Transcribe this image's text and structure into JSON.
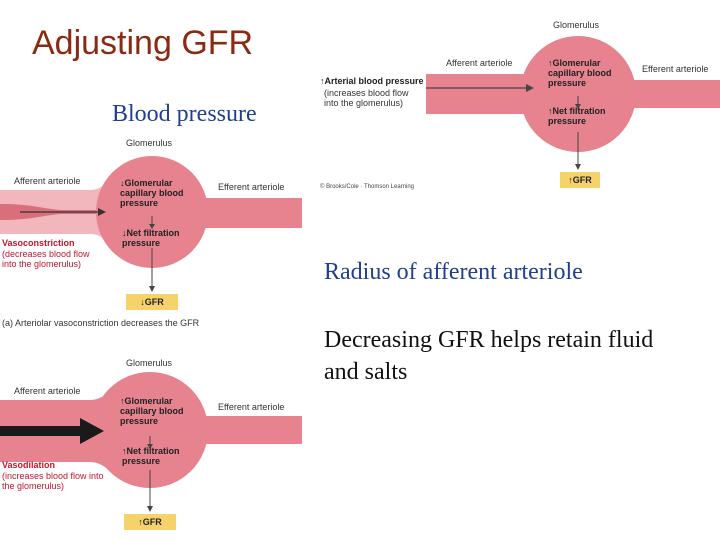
{
  "slide": {
    "title": "Adjusting GFR",
    "bullets": [
      "Blood pressure",
      "Radius of afferent arteriole",
      "Decreasing GFR helps retain fluid and salts"
    ]
  },
  "figure_top": {
    "glomerulus": "Glomerulus",
    "afferent": "Afferent arteriole",
    "efferent": "Efferent arteriole",
    "cause": "↑Arterial blood pressure",
    "cause_note": "(increases blood flow into the glomerulus)",
    "capillary": "↑Glomerular capillary blood pressure",
    "net": "↑Net filtration pressure",
    "gfr": "↑GFR",
    "credit": "© Brooks/Cole · Thomson Learning"
  },
  "figure_a": {
    "glomerulus": "Glomerulus",
    "afferent": "Afferent arteriole",
    "efferent": "Efferent arteriole",
    "cause": "Vasoconstriction",
    "cause_note": "(decreases blood flow into the glomerulus)",
    "capillary": "↓Glomerular capillary blood pressure",
    "net": "↓Net filtration pressure",
    "gfr": "↓GFR",
    "caption": "(a) Arteriolar vasoconstriction decreases the GFR"
  },
  "figure_b": {
    "glomerulus": "Glomerulus",
    "afferent": "Afferent arteriole",
    "efferent": "Efferent arteriole",
    "cause": "Vasodilation",
    "cause_note": "(increases blood flow into the glomerulus)",
    "capillary": "↑Glomerular capillary blood pressure",
    "net": "↑Net filtration pressure",
    "gfr": "↑GFR"
  },
  "colors": {
    "title": "#8b2a12",
    "bullet": "#1f3f8f",
    "vessel": "#e6838e",
    "vessel_dark": "#d86f7b",
    "accent_red": "#c0162c",
    "gfr_box": "#f6d26a"
  }
}
